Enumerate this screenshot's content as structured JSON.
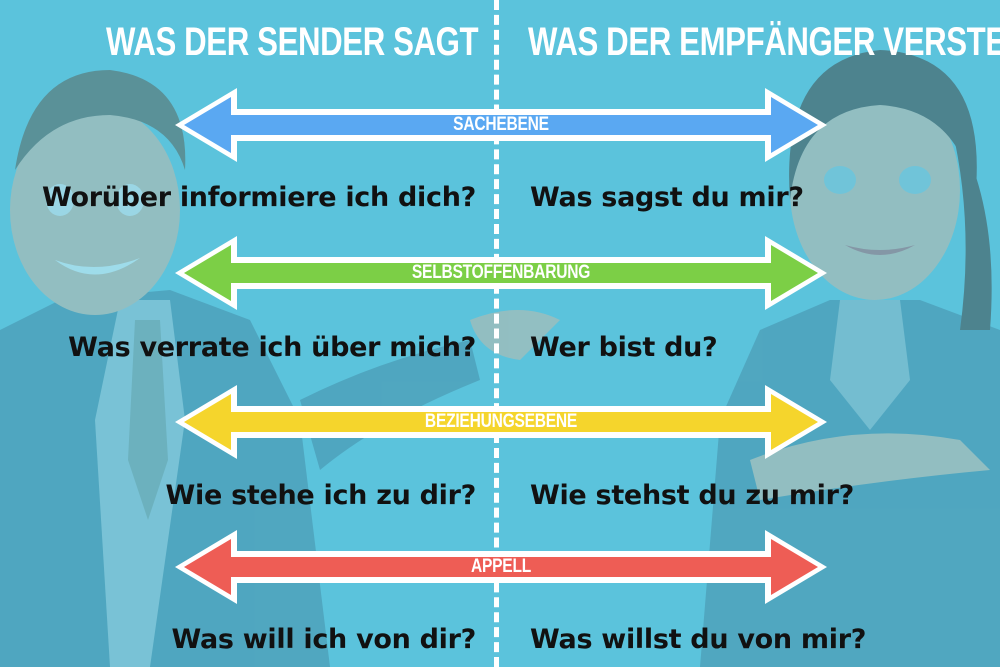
{
  "header": {
    "sender": "WAS DER SENDER SAGT",
    "receiver": "WAS DER EMPFÄNGER VERSTEHT"
  },
  "levels": [
    {
      "label": "SACHEBENE",
      "color": "#5aa8f2",
      "sender_question": "Worüber informiere ich dich?",
      "receiver_question": "Was sagst du mir?"
    },
    {
      "label": "SELBSTOFFENBARUNG",
      "color": "#7ccf46",
      "sender_question": "Was verrate ich über mich?",
      "receiver_question": "Wer bist du?"
    },
    {
      "label": "BEZIEHUNGSEBENE",
      "color": "#f5d52c",
      "sender_question": "Wie stehe ich zu dir?",
      "receiver_question": "Wie stehst du zu mir?"
    },
    {
      "label": "APPELL",
      "color": "#ee5d55",
      "sender_question": "Was will ich von dir?",
      "receiver_question": "Was willst du von mir?"
    }
  ],
  "illustration": {
    "left_figure": "businessman-illustration",
    "right_figure": "businesswoman-illustration"
  }
}
